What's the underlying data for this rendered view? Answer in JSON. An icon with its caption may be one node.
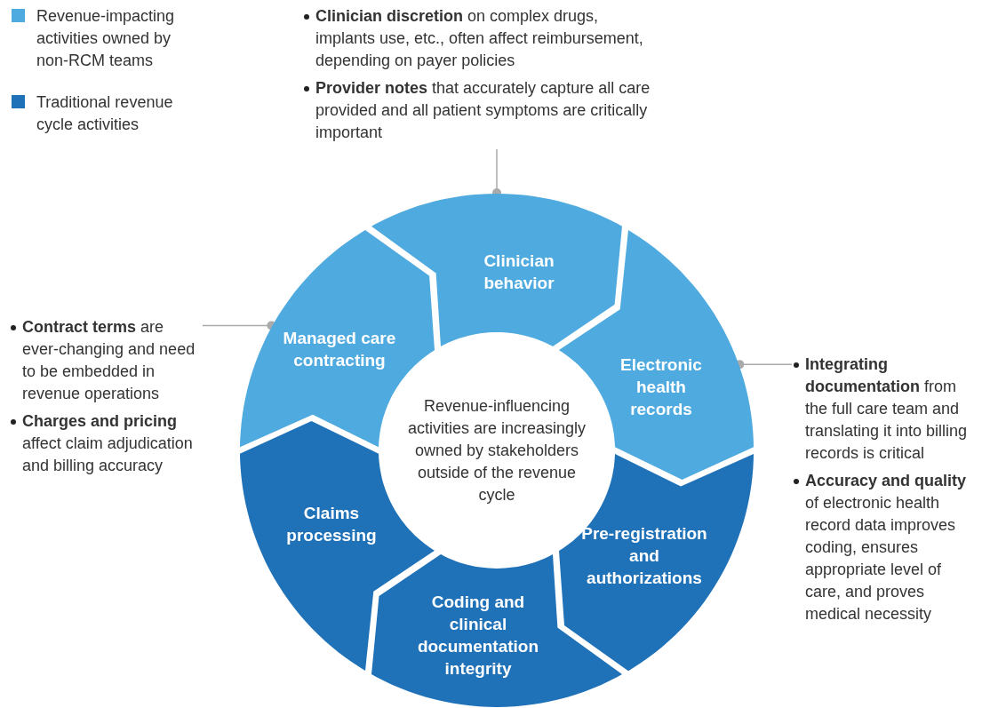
{
  "diagram": {
    "nodes": [
      {
        "text": [
          "**Clinician discretion** on complex drugs, implants use, etc., often affect reimbursement, depending on payer policies",
          "**Provider notes** that accurately capture all care provided and all patient symptoms are critically important"
        ]
      },
      {
        "text": [
          "**Contract terms** are ever-changing and need to be embedded in revenue operations",
          "**Charges and pricing** affect claim adjudication and billing accuracy"
        ]
      },
      {
        "text": [
          "Managed care contracting"
        ]
      },
      {
        "text": [
          "Clinician behavior"
        ]
      },
      {
        "text": [
          "Electronic health records"
        ]
      },
      {
        "text": [
          "Revenue-influencing activities are increasingly owned by stakeholders outside of the revenue cycle"
        ]
      },
      {
        "text": [
          "Claims processing"
        ]
      },
      {
        "text": [
          "Pre-registration and authorizations"
        ]
      },
      {
        "text": [
          "Coding and clinical documentation integrity"
        ]
      },
      {
        "text": [
          "**Integrating documentation** from the full care team and translating it into billing records is critical",
          "**Accuracy and quality** of electronic health record data improves coding, ensures appropriate level of care, and proves medical necessity"
        ]
      }
    ],
    "edges": [
      {
        "from": 0,
        "to": 3,
        "arrow": "other"
      },
      {
        "from": 1,
        "to": 2,
        "arrow": "other"
      },
      {
        "from": 9,
        "to": 4,
        "arrow": "other"
      }
    ],
    "legend": [
      {
        "text": "Revenue-impacting activities owned by non-RCM teams",
        "color": "#4eaadf"
      },
      {
        "text": "Traditional revenue cycle activities",
        "color": "#1f71b8"
      }
    ]
  }
}
